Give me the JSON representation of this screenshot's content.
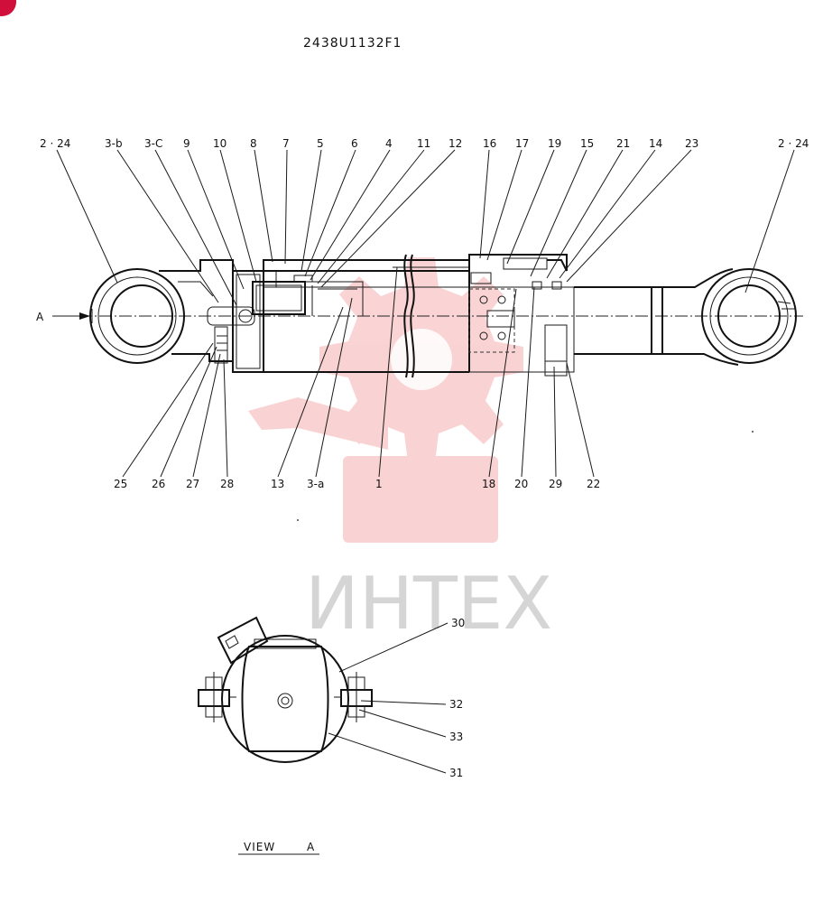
{
  "drawing_number": "2438U1132F1",
  "watermark": "ИНТЕХ",
  "view_caption": {
    "view": "VIEW",
    "letter": "A"
  },
  "arrow_label": "A",
  "parts": {
    "p2_24_left": "2 · 24",
    "p3b": "3-b",
    "p3c": "3-C",
    "p9": "9",
    "p10": "10",
    "p8": "8",
    "p7": "7",
    "p5": "5",
    "p6": "6",
    "p4": "4",
    "p11": "11",
    "p12": "12",
    "p16": "16",
    "p17": "17",
    "p19": "19",
    "p15": "15",
    "p21": "21",
    "p14": "14",
    "p23": "23",
    "p2_24_right": "2 · 24",
    "p25": "25",
    "p26": "26",
    "p27": "27",
    "p28": "28",
    "p13": "13",
    "p3a": "3-a",
    "p1": "1",
    "p18": "18",
    "p20": "20",
    "p29": "29",
    "p22": "22",
    "p30": "30",
    "p32": "32",
    "p33": "33",
    "p31": "31"
  },
  "colors": {
    "line": "#1a1a1a",
    "watermark_red": "#e83a3a",
    "watermark_gray": "#c8c8c8",
    "corner_mark": "#d0103a"
  }
}
